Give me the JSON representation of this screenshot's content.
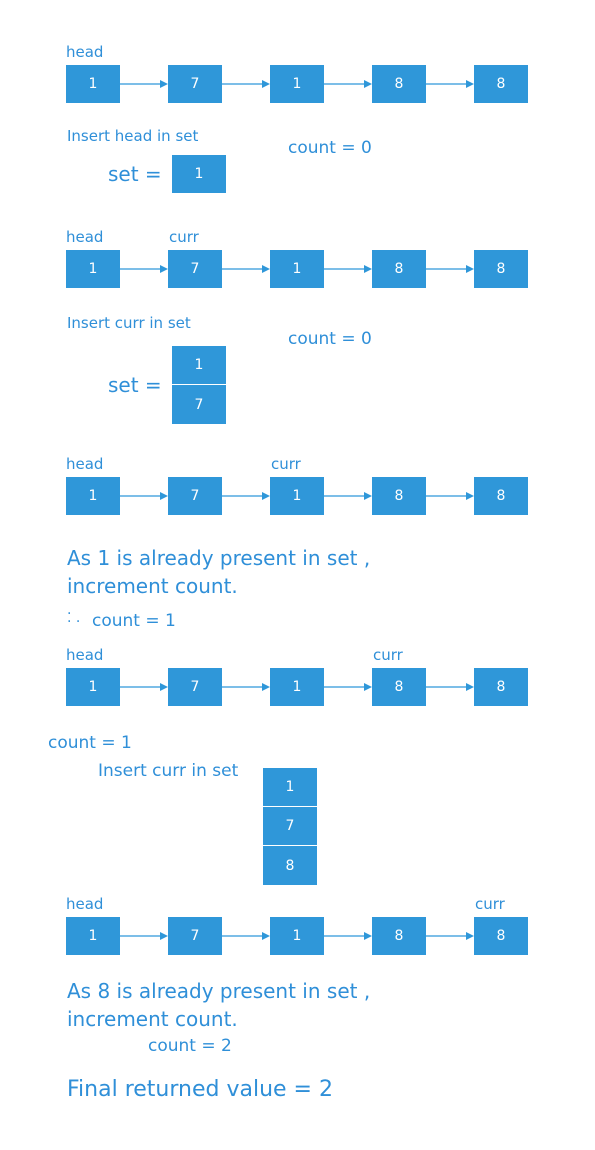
{
  "rows": [
    {
      "values": [
        "1",
        "7",
        "1",
        "8",
        "8"
      ],
      "head_label": "head",
      "curr_label": "",
      "curr_index": -1
    },
    {
      "values": [
        "1",
        "7",
        "1",
        "8",
        "8"
      ],
      "head_label": "head",
      "curr_label": "curr",
      "curr_index": 1
    },
    {
      "values": [
        "1",
        "7",
        "1",
        "8",
        "8"
      ],
      "head_label": "head",
      "curr_label": "curr",
      "curr_index": 2
    },
    {
      "values": [
        "1",
        "7",
        "1",
        "8",
        "8"
      ],
      "head_label": "head",
      "curr_label": "curr",
      "curr_index": 3
    },
    {
      "values": [
        "1",
        "7",
        "1",
        "8",
        "8"
      ],
      "head_label": "head",
      "curr_label": "curr",
      "curr_index": 4
    }
  ],
  "step1": {
    "caption": "Insert head in set",
    "set_label": "set  =",
    "set_values": [
      "1"
    ],
    "count": "count  =  0"
  },
  "step2": {
    "caption": "Insert curr in set",
    "set_label": "set  =",
    "set_values": [
      "1",
      "7"
    ],
    "count": "count  =  0"
  },
  "step3": {
    "line1": "As 1 is already present in set ,",
    "line2": "increment count.",
    "count": "count  =  1"
  },
  "step4": {
    "count": "count  =  1",
    "caption": "Insert curr in set",
    "set_values": [
      "1",
      "7",
      "8"
    ]
  },
  "step5": {
    "line1": "As 8 is already present in set ,",
    "line2": "increment count.",
    "count": "count  =  2"
  },
  "final": "Final returned value  =  2",
  "colors": {
    "node": "#2f97d9",
    "text": "#2f8fd8",
    "arrow": "#2f97d9"
  }
}
